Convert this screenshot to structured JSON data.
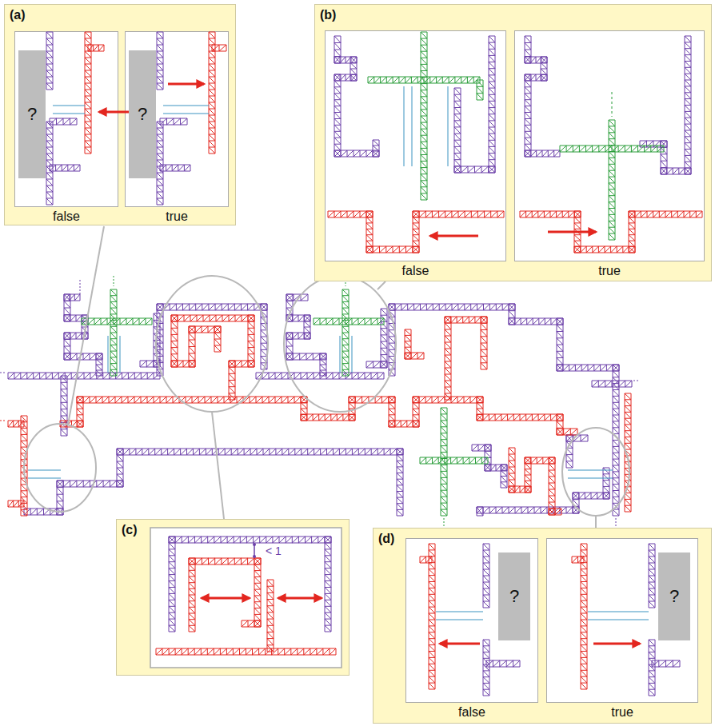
{
  "diagram": {
    "nodes": [
      {
        "text": [
          "(a)"
        ]
      },
      {
        "text": [
          "false"
        ],
        "in": 0
      },
      {
        "text": [
          "?"
        ],
        "in": 1
      },
      {
        "text": [
          "true"
        ],
        "in": 0
      },
      {
        "text": [
          "?"
        ],
        "in": 3
      },
      {
        "text": [
          "(b)"
        ]
      },
      {
        "text": [
          "false"
        ],
        "in": 5
      },
      {
        "text": [
          "true"
        ],
        "in": 5
      },
      {
        "text": [
          "(c)"
        ]
      },
      {
        "text": [
          "(d)"
        ]
      },
      {
        "text": [
          "false"
        ],
        "in": 9
      },
      {
        "text": [
          "?"
        ],
        "in": 10
      },
      {
        "text": [
          "true"
        ],
        "in": 9
      },
      {
        "text": [
          "?"
        ],
        "in": 12
      }
    ],
    "labels": [
      "< 1"
    ]
  }
}
